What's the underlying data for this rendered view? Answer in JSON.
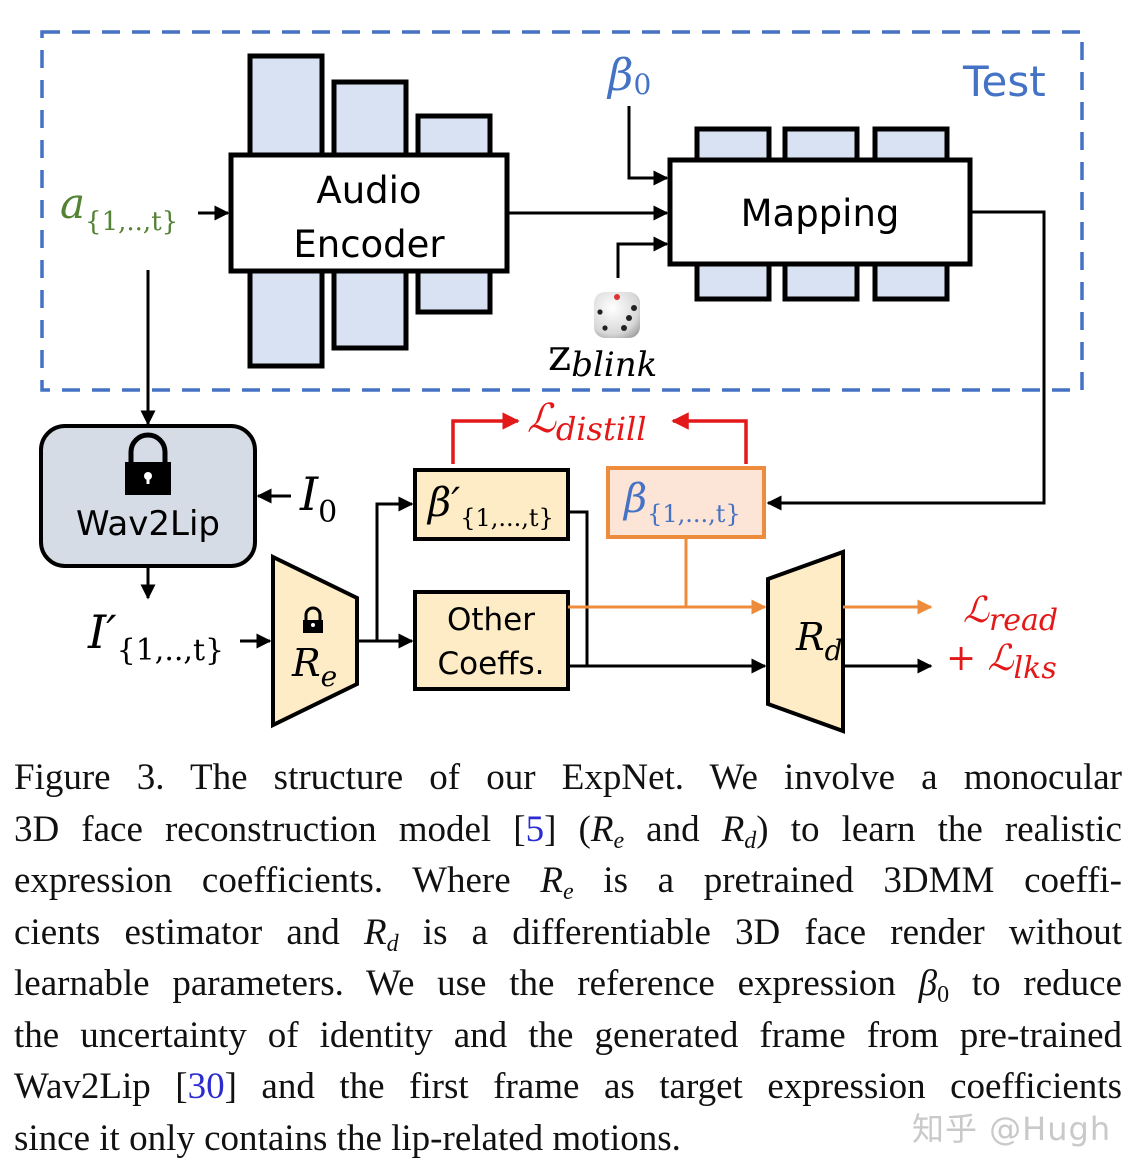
{
  "figure": {
    "region_label": "Test",
    "colors": {
      "test_border": "#4472c4",
      "encoder_block_fill": "#d9e2f2",
      "wav2lip_fill": "#d6dce6",
      "coeff_fill": "#fdecc5",
      "beta_fill": "#fce4d6",
      "beta_border": "#ed8c3c",
      "loss_red": "#e31818",
      "audio_green": "#548235",
      "beta_blue": "#4472c4",
      "orange_line": "#ed8c3c"
    },
    "nodes": {
      "audio_encoder": {
        "line1": "Audio",
        "line2": "Encoder"
      },
      "mapping": {
        "label": "Mapping"
      },
      "wav2lip": {
        "label": "Wav2Lip"
      },
      "re": {
        "base": "R",
        "sub": "e"
      },
      "rd": {
        "base": "R",
        "sub": "d"
      },
      "beta_prime": {
        "base": "β′",
        "sub": "{1,...,t}"
      },
      "beta": {
        "base": "β",
        "sub": "{1,...,t}"
      },
      "other_coeffs": {
        "line1": "Other",
        "line2": "Coeffs."
      }
    },
    "inputs": {
      "audio": {
        "base": "a",
        "sub": "{1,..,t}"
      },
      "beta0": {
        "base": "β",
        "sub": "0"
      },
      "zblink": {
        "base": "z",
        "sub": "blink"
      },
      "i0": {
        "base": "I",
        "sub": "0"
      },
      "i_prime": {
        "base": "I′",
        "sub": "{1,..,t}"
      }
    },
    "losses": {
      "distill": {
        "base": "ℒ",
        "sub": "distill"
      },
      "read": {
        "base": "ℒ",
        "sub": "read"
      },
      "lks": {
        "prefix": "+ ",
        "base": "ℒ",
        "sub": "lks"
      }
    }
  },
  "caption": {
    "lines": [
      [
        "Figure 3. The structure of our ExpNet. We involve a monocular"
      ],
      [
        "3D face reconstruction model ",
        "[",
        "5",
        "] (",
        "R_e",
        " and ",
        "R_d",
        ") to learn the realistic"
      ],
      [
        "expression coefficients. Where ",
        "R_e",
        " is a pretrained 3DMM coeffi-"
      ],
      [
        "cients estimator and ",
        "R_d",
        " is a differentiable 3D face render without"
      ],
      [
        "learnable parameters. We use the reference expression ",
        "β_0",
        " to reduce"
      ],
      [
        "the uncertainty of identity and the generated frame from pre-trained"
      ],
      [
        "Wav2Lip ",
        "[",
        "30",
        "] and the first frame as target expression coefficients"
      ],
      [
        "since it only contains the lip-related motions."
      ]
    ],
    "l1": "Figure 3. The structure of our ExpNet. We involve a monocular",
    "l2a": "3D face reconstruction model [",
    "l2cite": "5",
    "l2b": "] (",
    "l2c": " and ",
    "l2d": ") to learn the realistic",
    "l3a": "expression coefficients. Where ",
    "l3b": " is a pretrained 3DMM coeffi-",
    "l4a": "cients estimator and ",
    "l4b": " is a differentiable 3D face render without",
    "l5a": "learnable parameters. We use the reference expression ",
    "l5b": " to reduce",
    "l6": "the uncertainty of identity and the generated frame from pre-trained",
    "l7a": "Wav2Lip [",
    "l7cite": "30",
    "l7b": "] and the first frame as target expression coefficients",
    "l8": "since it only contains the lip-related motions.",
    "R": "R",
    "e": "e",
    "d": "d",
    "beta": "β",
    "zero": "0"
  },
  "watermark": "知乎 @Hugh"
}
